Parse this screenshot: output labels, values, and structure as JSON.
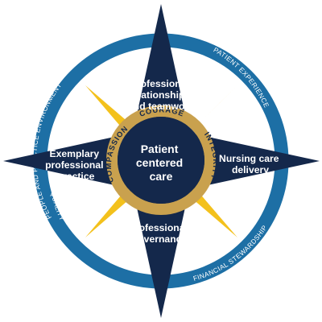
{
  "outer_ring": {
    "top_left": "PEOPLE AND PRACTICE ENVIRONMENT",
    "top_right": "PATIENT EXPERIENCE",
    "bottom_left": "QUALITY",
    "bottom_right": "FINANCIAL STEWARDSHIP"
  },
  "values_ring": {
    "top": "COURAGE",
    "left": "COMPASSION",
    "right": "INTEGRITY"
  },
  "points": {
    "north": [
      "Professional",
      "relationships",
      "and teamwork"
    ],
    "west": [
      "Exemplary",
      "professional",
      "practice"
    ],
    "east": [
      "Nursing care",
      "delivery"
    ],
    "south": [
      "Professional",
      "governance"
    ]
  },
  "center": [
    "Patient",
    "centered",
    "care"
  ],
  "colors": {
    "navy": "#14284b",
    "ring_blue": "#1d6fa5",
    "gold": "#f3c11c",
    "ring_gold": "#c9a14e",
    "white": "#ffffff"
  }
}
